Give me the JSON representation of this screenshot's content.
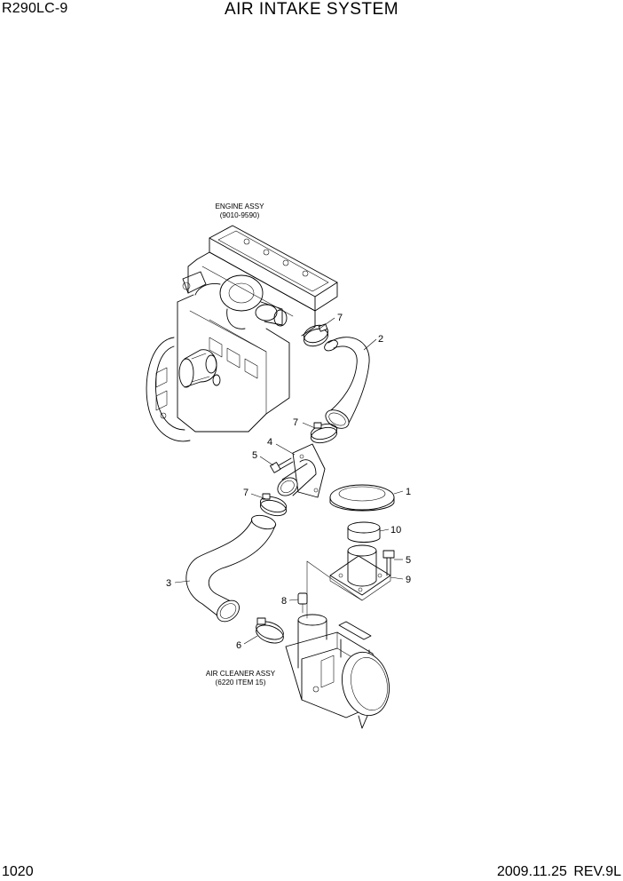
{
  "header": {
    "model": "R290LC-9",
    "title": "AIR INTAKE SYSTEM"
  },
  "footer": {
    "page_number": "1020",
    "revision": "2009.11.25  REV.9L"
  },
  "assemblies": {
    "engine": {
      "name": "ENGINE ASSY",
      "ref": "(9010-9590)"
    },
    "air_cleaner": {
      "name": "AIR CLEANER ASSY",
      "ref": "(6220 ITEM 15)"
    }
  },
  "callouts": {
    "c7a": "7",
    "c2": "2",
    "c7b": "7",
    "c4": "4",
    "c5a": "5",
    "c7c": "7",
    "c1": "1",
    "c10": "10",
    "c5b": "5",
    "c9": "9",
    "c3": "3",
    "c8": "8",
    "c6": "6"
  }
}
